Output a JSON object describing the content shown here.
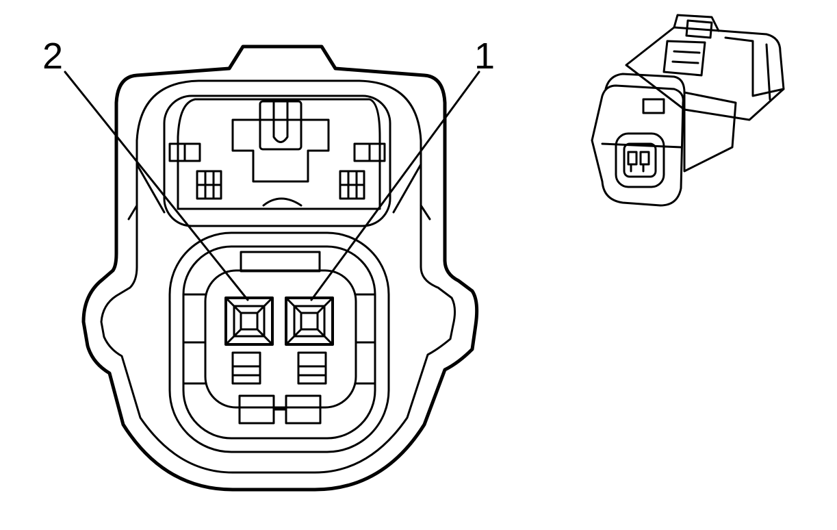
{
  "diagram": {
    "type": "connector-end-view",
    "pins": [
      {
        "id": 1,
        "label": "1"
      },
      {
        "id": 2,
        "label": "2"
      }
    ],
    "colors": {
      "line": "#000000",
      "background": "#ffffff"
    }
  }
}
